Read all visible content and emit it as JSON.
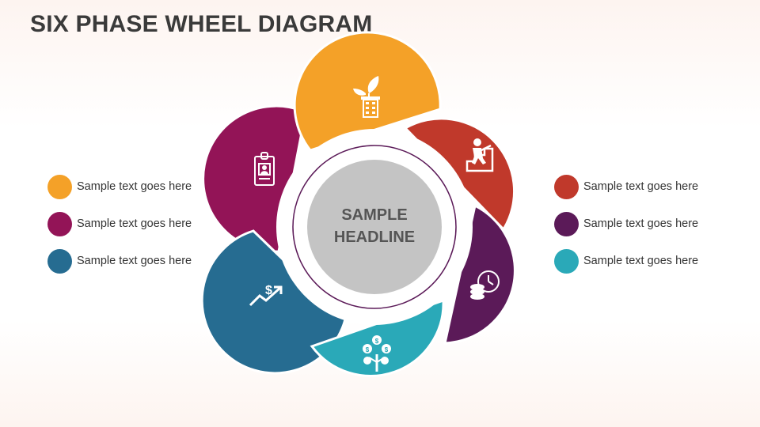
{
  "title": "SIX PHASE WHEEL DIAGRAM",
  "hub": {
    "line1": "SAMPLE",
    "line2": "HEADLINE"
  },
  "colors": {
    "orange": "#F4A128",
    "red": "#C0392B",
    "purple": "#5B1A58",
    "teal": "#2AA9B8",
    "blue": "#266C91",
    "magenta": "#931457"
  },
  "phases": [
    {
      "name": "orange-phase",
      "color": "#F4A128",
      "icon": "plant-building-icon"
    },
    {
      "name": "red-phase",
      "color": "#C0392B",
      "icon": "person-climbing-stairs-icon"
    },
    {
      "name": "purple-phase",
      "color": "#5B1A58",
      "icon": "time-is-money-icon"
    },
    {
      "name": "teal-phase",
      "color": "#2AA9B8",
      "icon": "money-tree-icon"
    },
    {
      "name": "blue-phase",
      "color": "#266C91",
      "icon": "dollar-growth-arrow-icon"
    },
    {
      "name": "magenta-phase",
      "color": "#931457",
      "icon": "id-badge-icon"
    }
  ],
  "legend_left": [
    {
      "text": "Sample text goes here",
      "color": "#F4A128"
    },
    {
      "text": "Sample text goes here",
      "color": "#931457"
    },
    {
      "text": "Sample text goes here",
      "color": "#266C91"
    }
  ],
  "legend_right": [
    {
      "text": "Sample text goes here",
      "color": "#C0392B"
    },
    {
      "text": "Sample text goes here",
      "color": "#5B1A58"
    },
    {
      "text": "Sample text goes here",
      "color": "#2AA9B8"
    }
  ]
}
